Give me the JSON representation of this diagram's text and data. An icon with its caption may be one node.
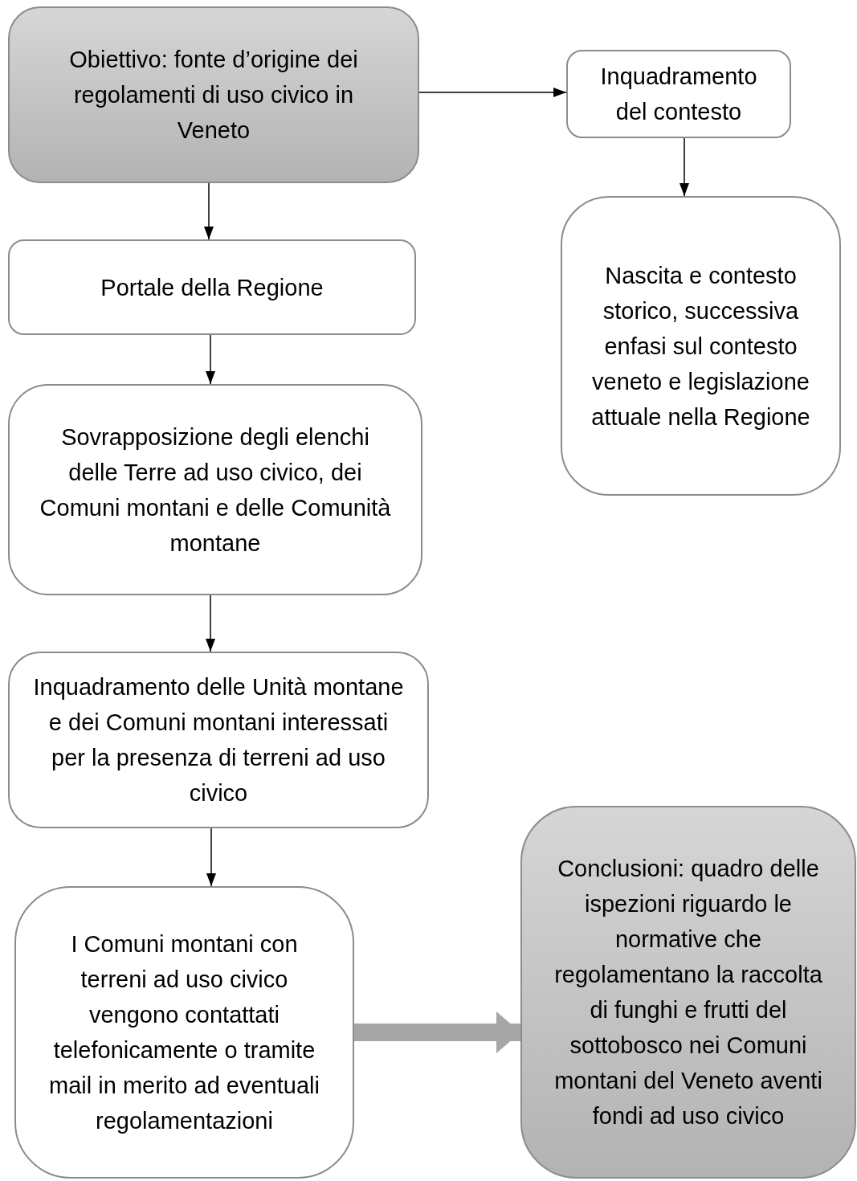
{
  "diagram": {
    "nodes": [
      {
        "text": [
          "Obiettivo: fonte d’origine dei regolamenti di uso civico in Veneto"
        ]
      },
      {
        "text": [
          "Inquadramento del contesto"
        ]
      },
      {
        "text": [
          "Nascita e contesto storico, successiva enfasi sul contesto veneto e legislazione attuale nella Regione"
        ]
      },
      {
        "text": [
          "Portale della Regione"
        ]
      },
      {
        "text": [
          "Sovrapposizione degli elenchi delle Terre ad uso civico, dei Comuni montani e delle Comunità montane"
        ]
      },
      {
        "text": [
          "Inquadramento delle Unità montane e dei Comuni montani interessati per la presenza di terreni ad uso civico"
        ]
      },
      {
        "text": [
          "I Comuni montani con terreni ad uso civico vengono contattati telefonicamente o tramite mail in merito ad eventuali regolamentazioni"
        ]
      },
      {
        "text": [
          "Conclusioni: quadro delle ispezioni riguardo le normative che regolamentano la raccolta di funghi e frutti del sottobosco nei Comuni montani del Veneto aventi fondi ad uso civico"
        ]
      }
    ],
    "edges": [
      {
        "from": 0,
        "to": 1,
        "arrow": "to"
      },
      {
        "from": 1,
        "to": 2,
        "arrow": "to"
      },
      {
        "from": 0,
        "to": 3,
        "arrow": "to"
      },
      {
        "from": 3,
        "to": 4,
        "arrow": "to"
      },
      {
        "from": 4,
        "to": 5,
        "arrow": "to"
      },
      {
        "from": 5,
        "to": 6,
        "arrow": "to"
      },
      {
        "from": 6,
        "to": 7,
        "arrow": "to",
        "style": "thick",
        "color": "#a6a6a6"
      }
    ]
  }
}
